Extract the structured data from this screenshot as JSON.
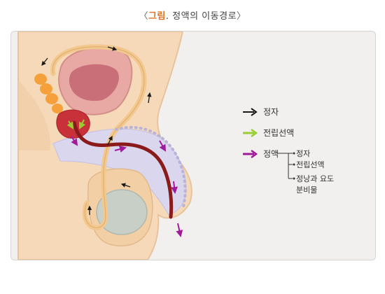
{
  "title": {
    "open_bracket": "〈",
    "figure_word": "그림",
    "separator": ".",
    "text": "정액의 이동경로",
    "close_bracket": "〉"
  },
  "legend": {
    "items": [
      {
        "label": "정자",
        "color": "#1a1a1a",
        "icon": "black-arrow-icon"
      },
      {
        "label": "전립선액",
        "color": "#9acd32",
        "icon": "green-arrow-icon"
      },
      {
        "label": "정액",
        "color": "#a01a9a",
        "icon": "purple-arrow-icon"
      }
    ],
    "semen_components": [
      "정자",
      "전립선액",
      "정낭과 요도",
      "분비물"
    ]
  },
  "colors": {
    "skin": "#f5d9b8",
    "skin_outline": "#e8c49c",
    "bladder": "#e8a9a4",
    "bladder_inner": "#c96f77",
    "vas_deferens": "#f2c88f",
    "urethra": "#8b1a1a",
    "prostate": "#c8303a",
    "seminal_vesicle": "#f5a03a",
    "erectile_tissue": "#d9d6ee",
    "testis": "#c8cfc6",
    "arrow_black": "#1a1a1a",
    "arrow_green": "#9acd32",
    "arrow_purple": "#a01a9a"
  }
}
